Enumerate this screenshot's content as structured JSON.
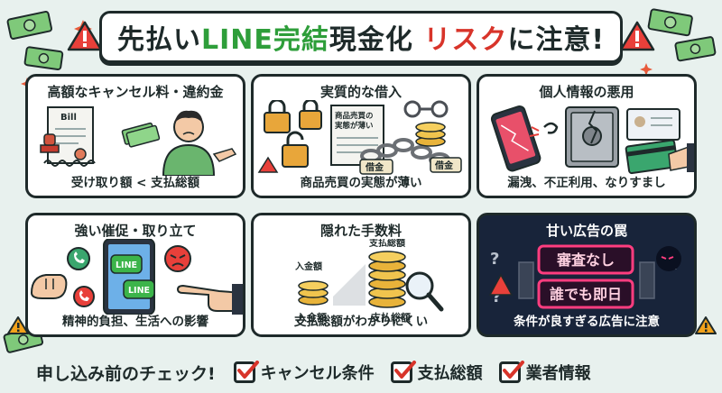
{
  "title": {
    "prefix": "先払い",
    "highlight": "LINE完結",
    "middle": "現金化",
    "risk": "リスク",
    "suffix": "に注意!"
  },
  "panels": [
    {
      "title": "高額なキャンセル料・違約金",
      "caption": "受け取り額 < 支払総額",
      "labels": {
        "bill": "Bill"
      }
    },
    {
      "title": "実質的な借入",
      "caption": "商品売買の実態が薄い",
      "labels": {
        "doc_line1": "商品売買の",
        "doc_line2": "実態が薄い",
        "debt1": "借金",
        "debt2": "借金"
      }
    },
    {
      "title": "個人情報の悪用",
      "caption": "漏洩、不正利用、なりすまし",
      "labels": {}
    },
    {
      "title": "強い催促・取り立て",
      "caption": "精神的負担、生活への影響",
      "labels": {
        "app1": "LINE",
        "app2": "LINE"
      }
    },
    {
      "title": "隠れた手数料",
      "caption": "支払総額がわかりにくい",
      "labels": {
        "received_top": "入金額",
        "total_top": "支払総額",
        "received_bottom": "入金額",
        "total_bottom": "支払総額"
      }
    },
    {
      "title": "甘い広告の罠",
      "caption": "条件が良すぎる広告に注意",
      "labels": {
        "ad1": "審査なし",
        "ad2": "誰でも即日"
      }
    }
  ],
  "checklist": {
    "title": "申し込み前のチェック!",
    "items": [
      "キャンセル条件",
      "支払総額",
      "業者情報"
    ]
  },
  "colors": {
    "accent_green": "#2e9e3a",
    "accent_red": "#d8342a",
    "warning_orange": "#f2a21b",
    "neon_pink": "#ff3d7f",
    "dark_panel": "#18243a"
  }
}
